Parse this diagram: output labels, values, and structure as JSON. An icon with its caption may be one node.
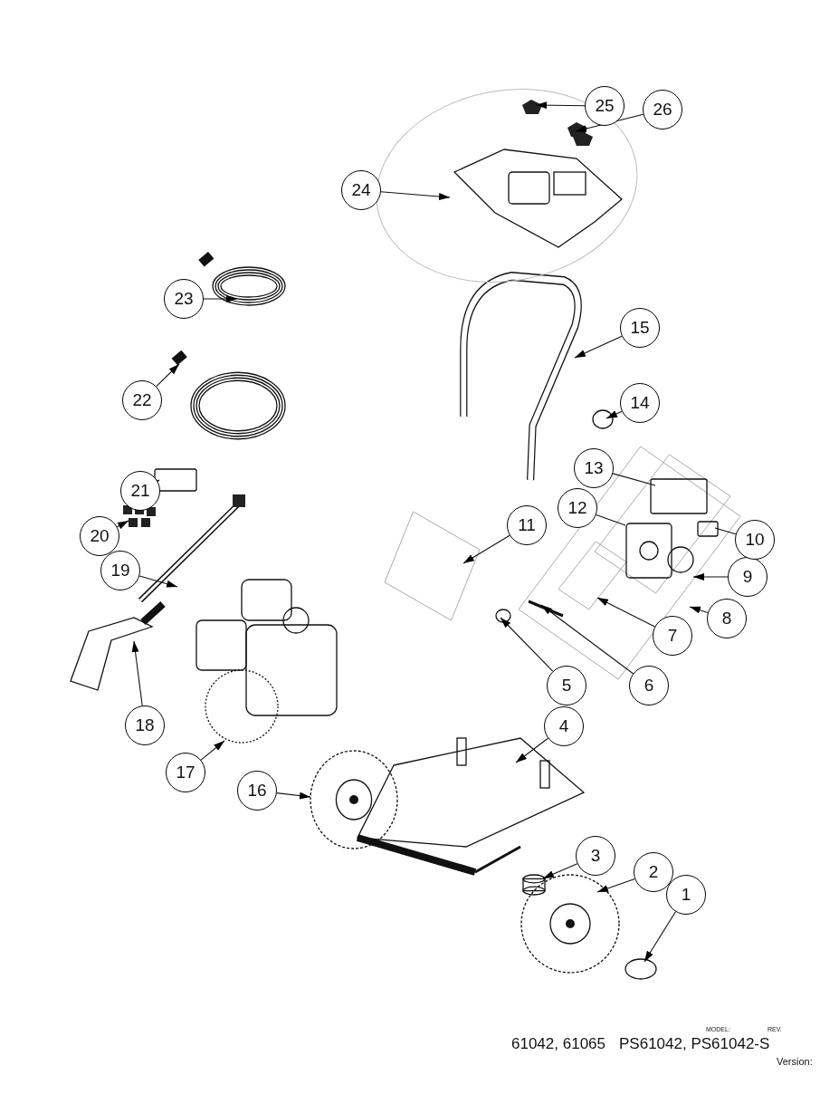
{
  "diagram": {
    "nodes": [
      {
        "text": [
          "1"
        ]
      },
      {
        "text": [
          "2"
        ]
      },
      {
        "text": [
          "3"
        ]
      },
      {
        "text": [
          "4"
        ]
      },
      {
        "text": [
          "5"
        ]
      },
      {
        "text": [
          "6"
        ]
      },
      {
        "text": [
          "7"
        ]
      },
      {
        "text": [
          "8"
        ]
      },
      {
        "text": [
          "9"
        ]
      },
      {
        "text": [
          "10"
        ]
      },
      {
        "text": [
          "11"
        ]
      },
      {
        "text": [
          "12"
        ]
      },
      {
        "text": [
          "13"
        ]
      },
      {
        "text": [
          "14"
        ]
      },
      {
        "text": [
          "15"
        ]
      },
      {
        "text": [
          "16"
        ]
      },
      {
        "text": [
          "17"
        ]
      },
      {
        "text": [
          "18"
        ]
      },
      {
        "text": [
          "19"
        ]
      },
      {
        "text": [
          "20"
        ]
      },
      {
        "text": [
          "21"
        ]
      },
      {
        "text": [
          "22"
        ]
      },
      {
        "text": [
          "23"
        ]
      },
      {
        "text": [
          "24"
        ]
      },
      {
        "text": [
          "25"
        ]
      },
      {
        "text": [
          "26"
        ]
      },
      {
        "text": [],
        "shape": "circle"
      },
      {
        "text": [],
        "shape": "picture"
      },
      {
        "text": [],
        "shape": "cylinder"
      },
      {
        "text": [],
        "shape": "picture"
      },
      {
        "text": [],
        "shape": "circle"
      },
      {
        "text": [],
        "shape": "diamond"
      },
      {
        "text": [],
        "shape": "picture",
        "in": 31
      },
      {
        "text": [],
        "shape": "diamond",
        "in": 31
      },
      {
        "text": [],
        "shape": "diamond",
        "in": 31
      },
      {
        "text": [],
        "shape": "box",
        "in": 34
      },
      {
        "text": [],
        "shape": "picture",
        "in": 34
      },
      {
        "text": [],
        "shape": "box",
        "in": 34
      },
      {
        "text": [],
        "shape": "box"
      },
      {
        "text": [],
        "shape": "circle"
      },
      {
        "text": [],
        "shape": "picture"
      },
      {
        "text": [],
        "shape": "picture"
      },
      {
        "text": [],
        "shape": "picture"
      },
      {
        "text": [],
        "shape": "picture"
      },
      {
        "text": [],
        "shape": "picture"
      },
      {
        "text": [],
        "shape": "picture"
      },
      {
        "text": [],
        "shape": "box"
      },
      {
        "text": [],
        "shape": "picture"
      },
      {
        "text": [],
        "shape": "picture"
      },
      {
        "text": [],
        "shape": "picture"
      },
      {
        "text": [],
        "shape": "picture"
      },
      {
        "text": [],
        "shape": "picture"
      }
    ],
    "edges": [
      {
        "from": 0,
        "to": 26,
        "arrow": "to"
      },
      {
        "from": 1,
        "to": 27,
        "arrow": "to"
      },
      {
        "from": 2,
        "to": 28,
        "arrow": "to"
      },
      {
        "from": 3,
        "to": 29,
        "arrow": "to"
      },
      {
        "from": 4,
        "to": 30,
        "arrow": "to"
      },
      {
        "from": 5,
        "to": 32,
        "arrow": "to"
      },
      {
        "from": 6,
        "to": 33,
        "arrow": "to"
      },
      {
        "from": 7,
        "to": 31,
        "arrow": "to"
      },
      {
        "from": 8,
        "to": 34,
        "arrow": "to"
      },
      {
        "from": 9,
        "to": 35,
        "arrow": "none"
      },
      {
        "from": 10,
        "to": 38,
        "arrow": "to"
      },
      {
        "from": 11,
        "to": 36,
        "arrow": "none"
      },
      {
        "from": 12,
        "to": 37,
        "arrow": "none"
      },
      {
        "from": 13,
        "to": 39,
        "arrow": "to"
      },
      {
        "from": 14,
        "to": 40,
        "arrow": "to"
      },
      {
        "from": 15,
        "to": 41,
        "arrow": "to"
      },
      {
        "from": 16,
        "to": 42,
        "arrow": "to"
      },
      {
        "from": 17,
        "to": 43,
        "arrow": "to"
      },
      {
        "from": 18,
        "to": 44,
        "arrow": "to"
      },
      {
        "from": 19,
        "to": 45,
        "arrow": "to"
      },
      {
        "from": 20,
        "to": 46,
        "arrow": "to"
      },
      {
        "from": 21,
        "to": 47,
        "arrow": "to"
      },
      {
        "from": 22,
        "to": 48,
        "arrow": "to"
      },
      {
        "from": 23,
        "to": 49,
        "arrow": "to"
      },
      {
        "from": 24,
        "to": 50,
        "arrow": "to"
      },
      {
        "from": 25,
        "to": 51,
        "arrow": "to"
      }
    ],
    "labels": [
      "MODEL:",
      "REV.",
      "61042, 61065",
      "PS61042, PS61042-S",
      "Version:"
    ]
  }
}
